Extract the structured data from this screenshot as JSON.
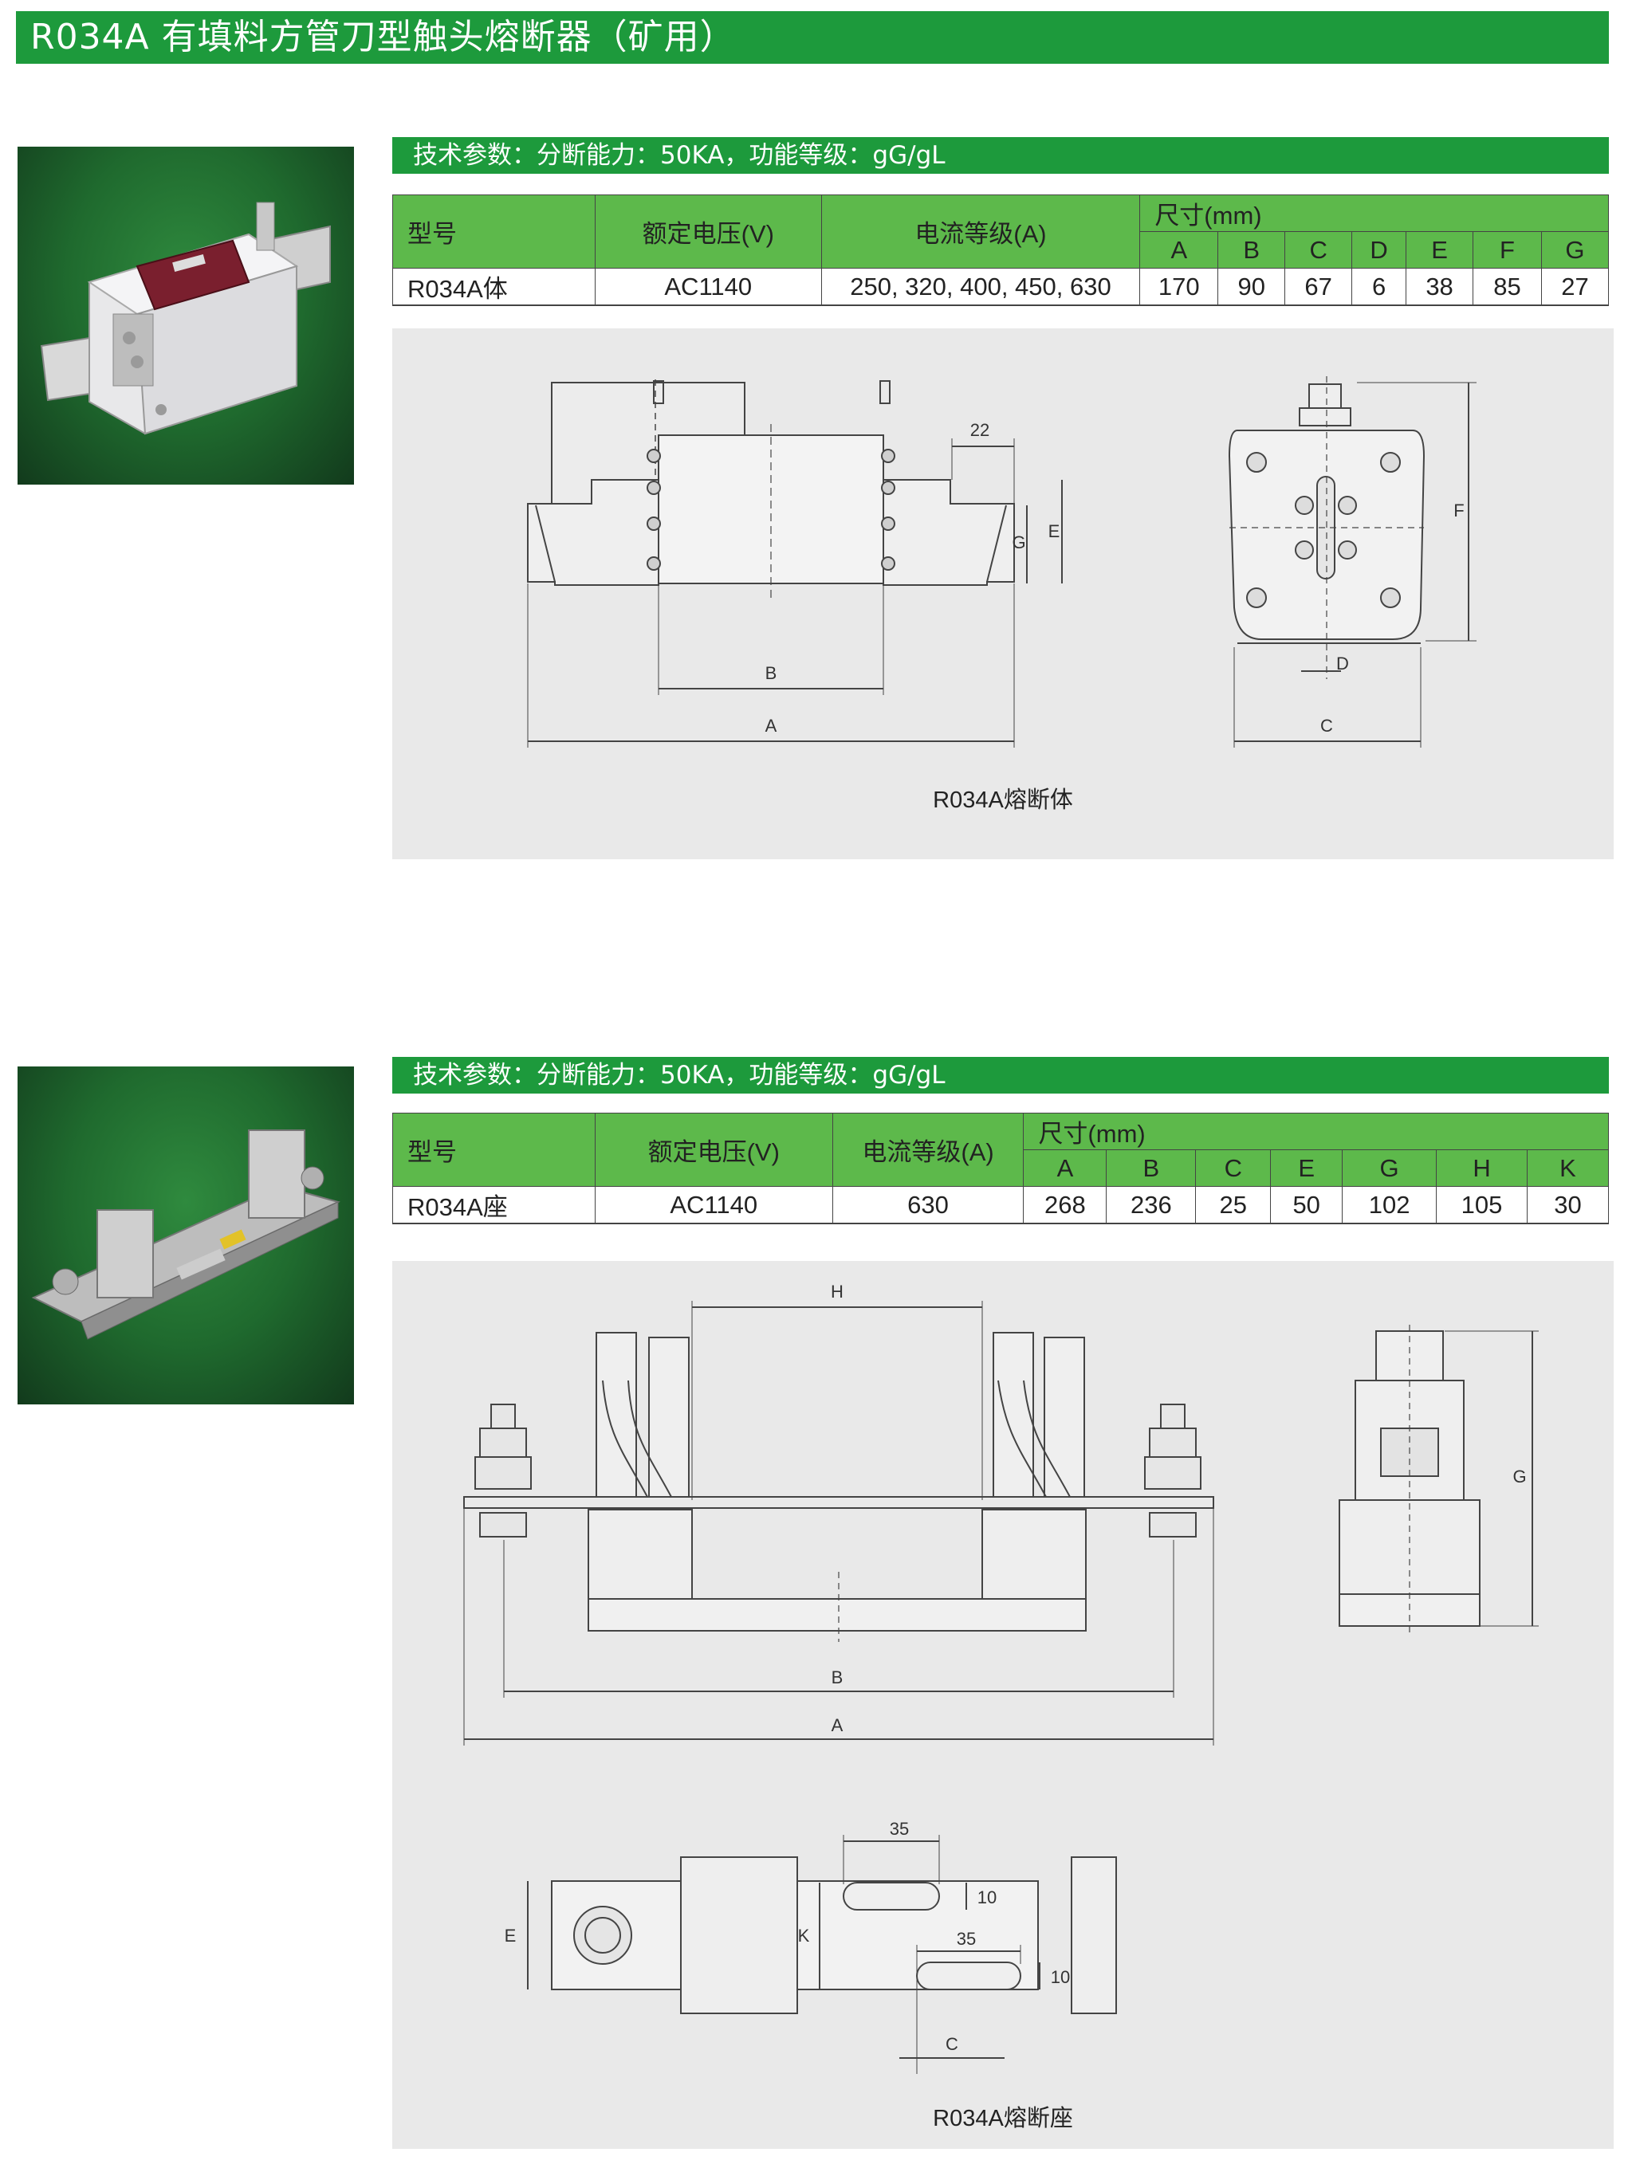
{
  "page_title": "R034A 有填料方管刀型触头熔断器（矿用）",
  "photo_icons": {
    "fuse_body": "fuse-body-photo-icon",
    "fuse_base": "fuse-base-photo-icon"
  },
  "fuse_body": {
    "param_text": "技术参数：分断能力：50KA，功能等级：gG/gL",
    "headers": {
      "model": "型号",
      "voltage": "额定电压(V)",
      "current": "电流等级(A)",
      "dims": "尺寸(mm)",
      "dim_cols": [
        "A",
        "B",
        "C",
        "D",
        "E",
        "F",
        "G"
      ]
    },
    "row": {
      "model": "R034A体",
      "voltage": "AC1140",
      "current": "250, 320, 400, 450, 630",
      "dims": [
        "170",
        "90",
        "67",
        "6",
        "38",
        "85",
        "27"
      ]
    },
    "drawing_labels": {
      "d22": "22",
      "G": "G",
      "E": "E",
      "B": "B",
      "A": "A",
      "F": "F",
      "D": "D",
      "C": "C"
    },
    "caption": "R034A熔断体"
  },
  "fuse_base": {
    "param_text": "技术参数：分断能力：50KA，功能等级：gG/gL",
    "headers": {
      "model": "型号",
      "voltage": "额定电压(V)",
      "current": "电流等级(A)",
      "dims": "尺寸(mm)",
      "dim_cols": [
        "A",
        "B",
        "C",
        "E",
        "G",
        "H",
        "K"
      ]
    },
    "row": {
      "model": "R034A座",
      "voltage": "AC1140",
      "current": "630",
      "dims": [
        "268",
        "236",
        "25",
        "50",
        "102",
        "105",
        "30"
      ]
    },
    "drawing_labels": {
      "H": "H",
      "B": "B",
      "A": "A",
      "G": "G",
      "d35a": "35",
      "d10a": "10",
      "d35b": "35",
      "d10b": "10",
      "K": "K",
      "E": "E",
      "C": "C"
    },
    "caption": "R034A熔断座"
  },
  "colors": {
    "accent_green": "#1d9a3c",
    "table_header_green": "#5db94b",
    "drawing_bg": "#e9e9e9"
  }
}
